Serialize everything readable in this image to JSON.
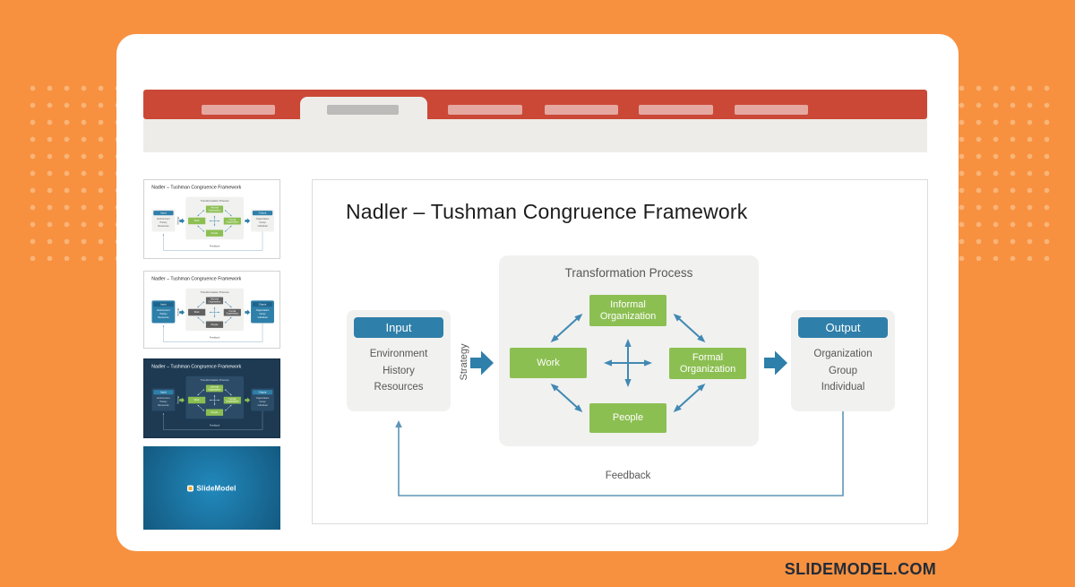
{
  "slide": {
    "title": "Nadler – Tushman Congruence Framework",
    "diagram": {
      "transformation": {
        "label": "Transformation Process",
        "boxes": {
          "informal": "Informal Organization",
          "work": "Work",
          "formal": "Formal Organization",
          "people": "People"
        }
      },
      "input": {
        "header": "Input",
        "items": [
          "Environment",
          "History",
          "Resources"
        ]
      },
      "output": {
        "header": "Output",
        "items": [
          "Organization",
          "Group",
          "Individual"
        ]
      },
      "strategy_label": "Strategy",
      "feedback_label": "Feedback"
    }
  },
  "sidebar": {
    "thumbnails": [
      {
        "title": "Nadler – Tushman Congruence Framework",
        "variant": "light"
      },
      {
        "title": "Nadler – Tushman Congruence Framework",
        "variant": "blue"
      },
      {
        "title": "Nadler – Tushman Congruence Framework",
        "variant": "dark"
      },
      {
        "brand": "SlideModel",
        "variant": "logo"
      }
    ]
  },
  "footer": {
    "brand": "SLIDEMODEL.COM"
  },
  "colors": {
    "background_orange": "#F79140",
    "dot_orange": "#F9B478",
    "ribbon_red": "#CB4837",
    "tab_pink": "#E5A8A0",
    "green_box": "#8CBF52",
    "blue_accent": "#2E7FA9",
    "arrow_blue": "#4189B4",
    "feedback_blue": "#5E95B5",
    "dark_slide_navy": "#1D3A52"
  }
}
